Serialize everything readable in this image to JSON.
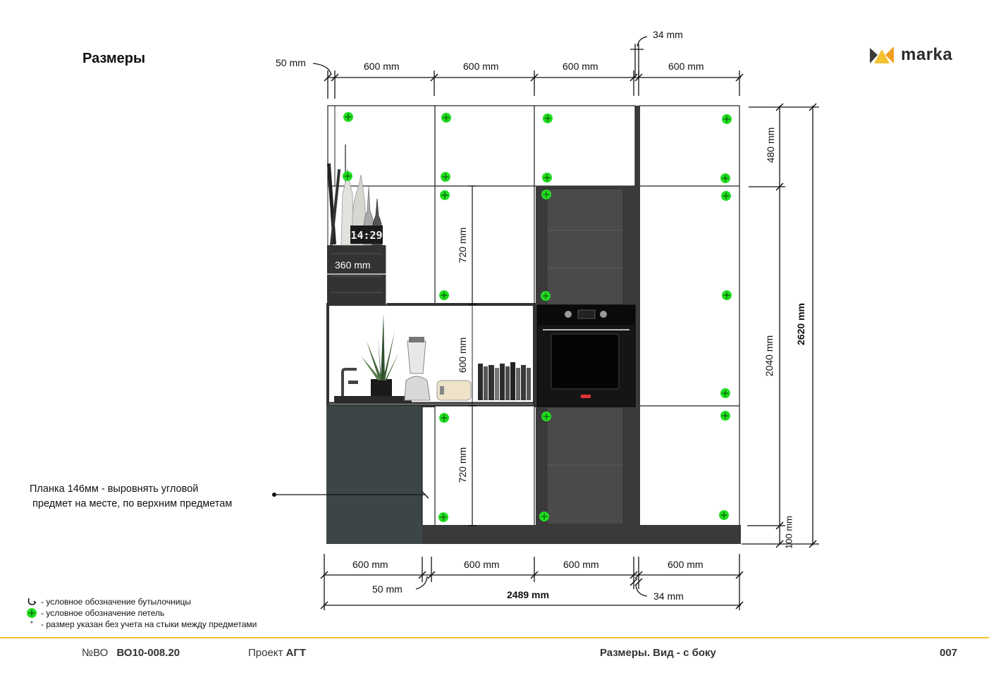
{
  "header": {
    "title": "Размеры",
    "brand": "marka"
  },
  "colors": {
    "accent": "#f2c230",
    "hinge": "#22dd22",
    "cabinet_dark": "#3a3a3a",
    "base_panel": "#3d4647"
  },
  "dimensions": {
    "top": {
      "gap_left": "50 mm",
      "gap_right": "34 mm",
      "w1": "600 mm",
      "w2": "600 mm",
      "w3": "600 mm",
      "w4": "600 mm"
    },
    "bottom": {
      "w1": "600 mm",
      "w2": "600 mm",
      "w3": "600 mm",
      "w4": "600 mm",
      "gap_left": "50 mm",
      "gap_right": "34 mm",
      "total": "2489 mm"
    },
    "right": {
      "top_row": "480 mm",
      "middle": "2040 mm",
      "plinth": "100 mm",
      "total": "2620 mm"
    },
    "inner": {
      "upper_door": "720 mm",
      "niche": "600 mm",
      "lower_door": "720 mm",
      "shelf_width": "360 mm"
    }
  },
  "note": {
    "line1": "Планка 146мм - выровнять угловой",
    "line2": " предмет на месте, по верхним предметам"
  },
  "clock": {
    "display": "14:29"
  },
  "legend": [
    {
      "icon": "bottle-holder-icon",
      "text": " - условное обозначение бутылочницы"
    },
    {
      "icon": "hinge-icon",
      "text": " - условное обозначение петель"
    },
    {
      "icon": "asterisk-icon",
      "text": " - размер указан без учета на стыки между предметами"
    }
  ],
  "footer": {
    "doc_label": "№ВО",
    "doc_number": "ВО10-008.20",
    "project_label": "Проект",
    "project_name": "АГТ",
    "page_title": "Размеры. Вид - с боку",
    "page_number": "007"
  }
}
